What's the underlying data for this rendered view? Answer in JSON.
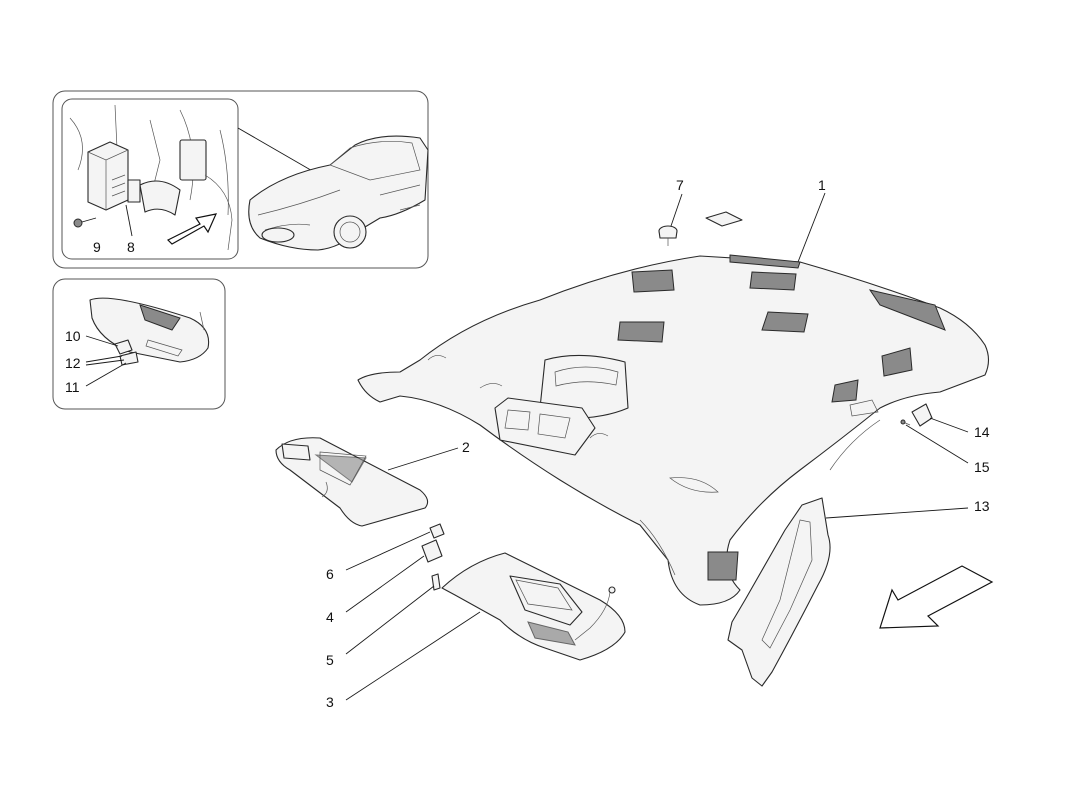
{
  "callouts": {
    "c1": "1",
    "c2": "2",
    "c3": "3",
    "c4": "4",
    "c5": "5",
    "c6": "6",
    "c7": "7",
    "c8": "8",
    "c9": "9",
    "c10": "10",
    "c11": "11",
    "c12": "12",
    "c13": "13",
    "c14": "14",
    "c15": "15"
  },
  "colors": {
    "line": "#2a2a2a",
    "part_fill": "#f4f4f4",
    "pad_fill": "#8a8a8a"
  }
}
